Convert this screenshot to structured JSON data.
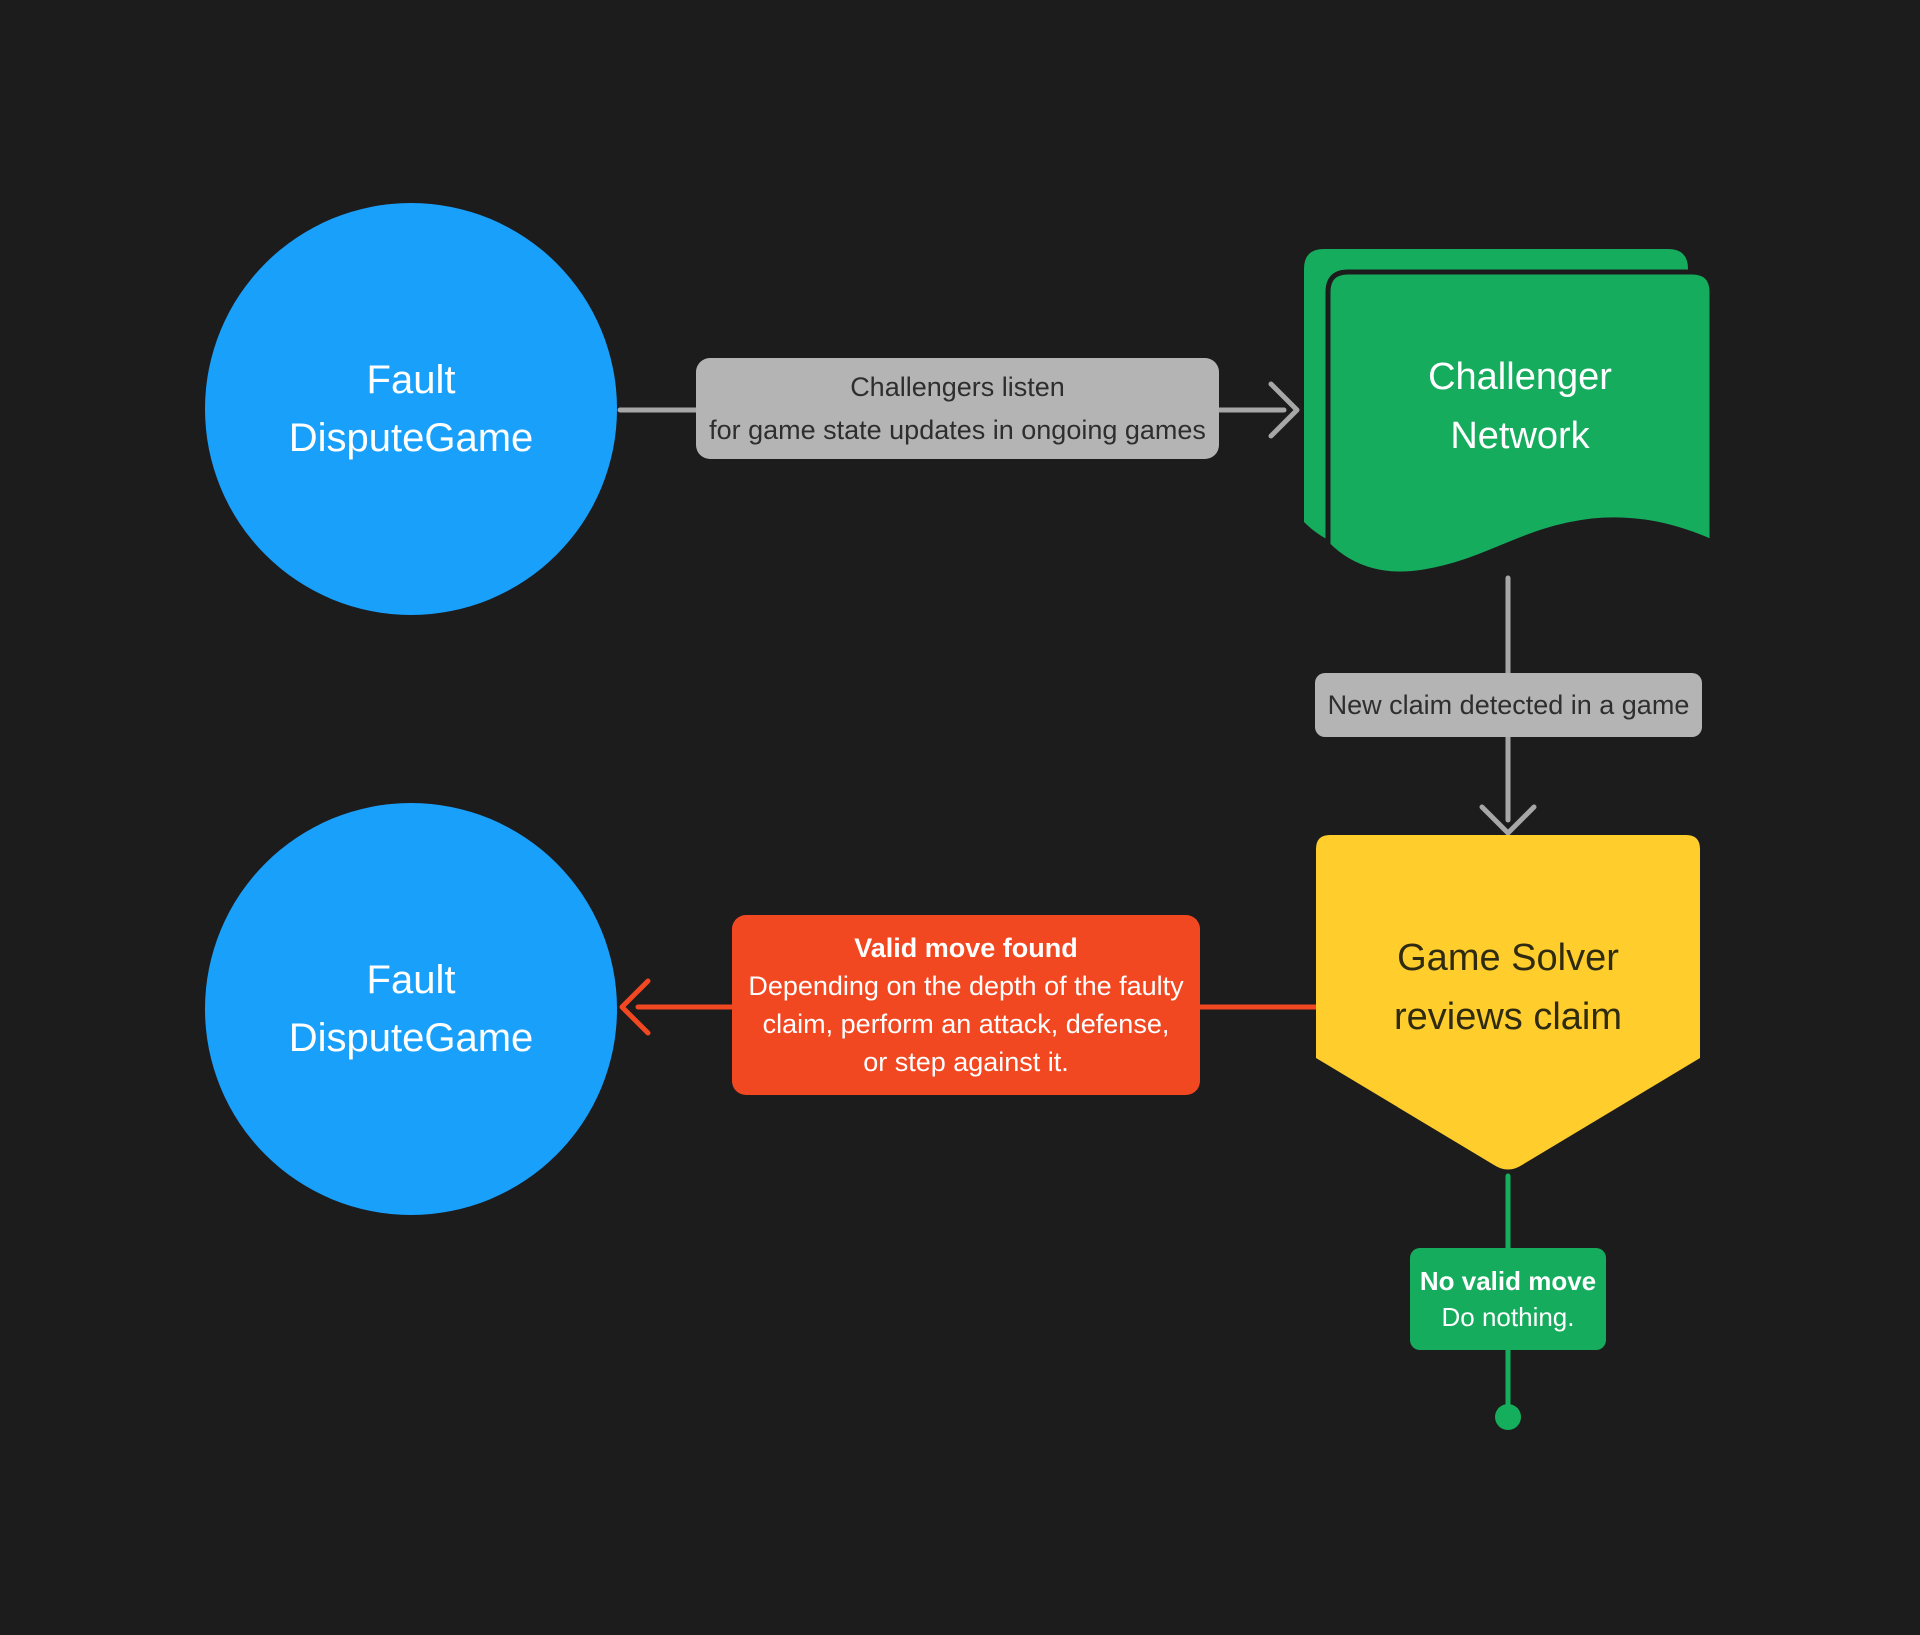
{
  "diagram": {
    "background": "#1C1C1D",
    "colors": {
      "node_blue": "#18A0FB",
      "node_green": "#16AC5D",
      "node_yellow": "#FFCD2C",
      "connector_gray": "#A7A7A7",
      "connector_red": "#F24822",
      "connector_green": "#14AE5C",
      "label_gray_bg": "#B4B4B4",
      "label_gray_text": "#2E2E2E",
      "text_on_yellow": "#2F2B10",
      "text_white": "#FFFFFF"
    },
    "nodes": {
      "fault_dispute_game_top": {
        "line1": "Fault",
        "line2": "DisputeGame"
      },
      "challenger_network": {
        "line1": "Challenger",
        "line2": "Network"
      },
      "game_solver": {
        "line1": "Game Solver",
        "line2": "reviews claim"
      },
      "fault_dispute_game_bottom": {
        "line1": "Fault",
        "line2": "DisputeGame"
      }
    },
    "edge_labels": {
      "challengers_listen": {
        "line1": "Challengers listen",
        "line2": "for game state updates in ongoing games"
      },
      "new_claim": {
        "text": "New claim detected in a game"
      },
      "valid_move": {
        "title": "Valid move found",
        "line1": "Depending on the depth of the faulty",
        "line2": "claim, perform an attack, defense,",
        "line3": "or step against it."
      },
      "no_valid_move": {
        "title": "No valid move",
        "body": "Do nothing."
      }
    }
  }
}
